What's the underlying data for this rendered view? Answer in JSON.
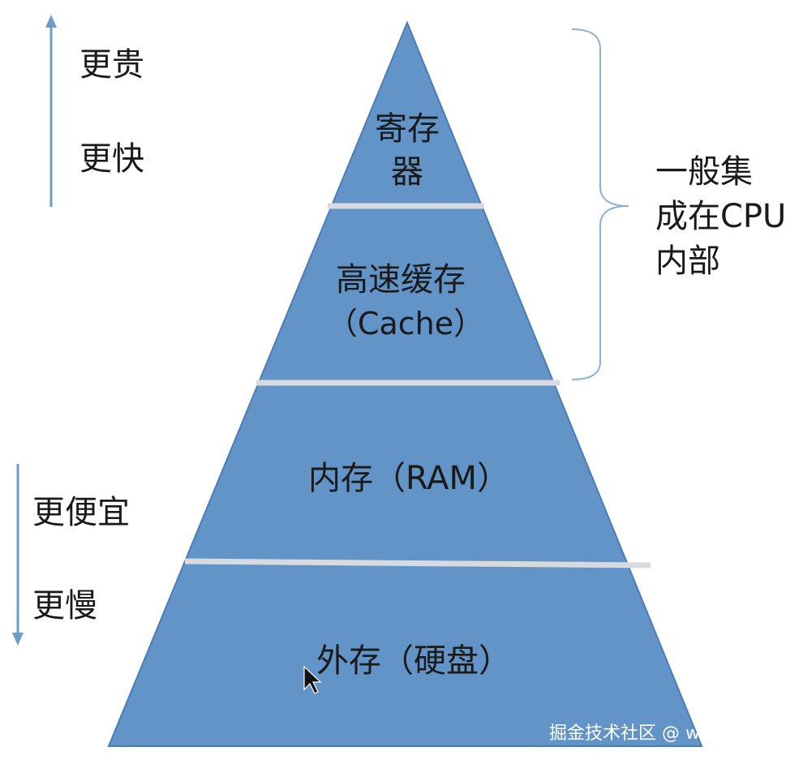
{
  "pyramid": {
    "fill_color": "#6394c8",
    "edge_color": "#4a7db3",
    "divider_color": "#d7dbe0",
    "levels": [
      {
        "lines": [
          "寄存",
          "器"
        ]
      },
      {
        "lines": [
          "高速缓存",
          "（Cache）"
        ]
      },
      {
        "lines": [
          "内存（RAM）"
        ]
      },
      {
        "lines": [
          "外存（硬盘）"
        ]
      }
    ]
  },
  "left_top": {
    "labels": [
      "更贵",
      "更快"
    ],
    "arrow_color": "#6c9cc8"
  },
  "left_bottom": {
    "labels": [
      "更便宜",
      "更慢"
    ],
    "arrow_color": "#6c9cc8"
  },
  "brace": {
    "color": "#8fb1d3",
    "lines": [
      "一般集",
      "成在CPU",
      "内部"
    ]
  },
  "watermark": {
    "text": "掘金技术社区 @ web小张"
  }
}
